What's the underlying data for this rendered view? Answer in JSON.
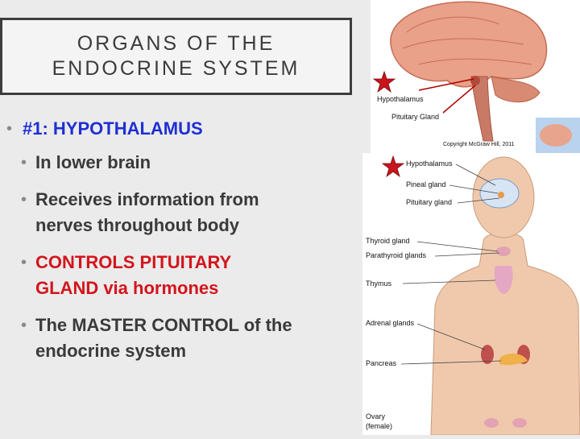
{
  "title": {
    "line1": "ORGANS OF THE",
    "line2": "ENDOCRINE SYSTEM"
  },
  "bullets": {
    "main": "#1: HYPOTHALAMUS",
    "sub1": "In lower brain",
    "sub2_l1": "Receives information from",
    "sub2_l2": "nerves throughout body",
    "sub3_l1": "CONTROLS PITUITARY",
    "sub3_l2": "GLAND via hormones",
    "sub4_l1": "The MASTER CONTROL of the",
    "sub4_l2": "endocrine system"
  },
  "brain_image": {
    "labels": {
      "hypothalamus": "Hypothalamus",
      "pituitary": "Pituitary Gland",
      "copyright": "Copyright McGraw Hill, 2011"
    }
  },
  "body_image": {
    "labels": {
      "hypothalamus": "Hypothalamus",
      "pineal": "Pineal gland",
      "pituitary": "Pituitary gland",
      "thyroid": "Thyroid gland",
      "parathyroid": "Parathyroid glands",
      "thymus": "Thymus",
      "adrenal": "Adrenal glands",
      "pancreas": "Pancreas",
      "ovary_l1": "Ovary",
      "ovary_l2": "(female)"
    }
  },
  "colors": {
    "accent_blue": "#1f2fd3",
    "accent_red": "#d4141c",
    "star": "#c8141c"
  }
}
